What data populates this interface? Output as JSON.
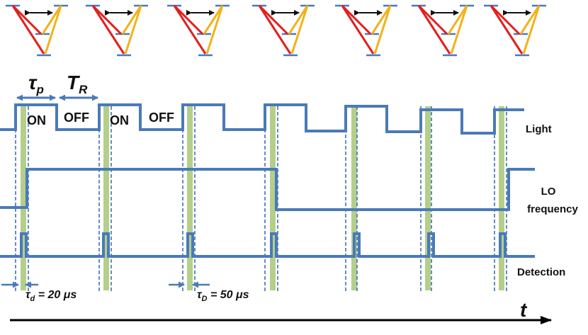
{
  "colors": {
    "trace": "#4a7ab8",
    "dashed": "#3f6fb3",
    "band": "#b5cf8a",
    "red_arm": "#e41e1e",
    "yellow_arm": "#f2b21b",
    "level": "#4a7ab8",
    "arrow": "#111111"
  },
  "labels": {
    "tau_p": "τ",
    "tau_p_sub": "p",
    "T_R": "T",
    "T_R_sub": "R",
    "on1": "ON",
    "off1": "OFF",
    "on2": "ON",
    "off2": "OFF",
    "light": "Light",
    "lo_line1": "LO",
    "lo_line2": "frequency",
    "detection": "Detection",
    "tau_d_sym": "τ",
    "tau_d_sub": "d",
    "tau_d_val": " = 20 μs",
    "tau_D_sym": "τ",
    "tau_D_sub": "D",
    "tau_D_val": " = 50 μs",
    "time_axis": "t"
  },
  "icons": [
    "lambda-level-diagram-icon",
    "double-arrow-icon",
    "time-axis-arrow-icon"
  ]
}
